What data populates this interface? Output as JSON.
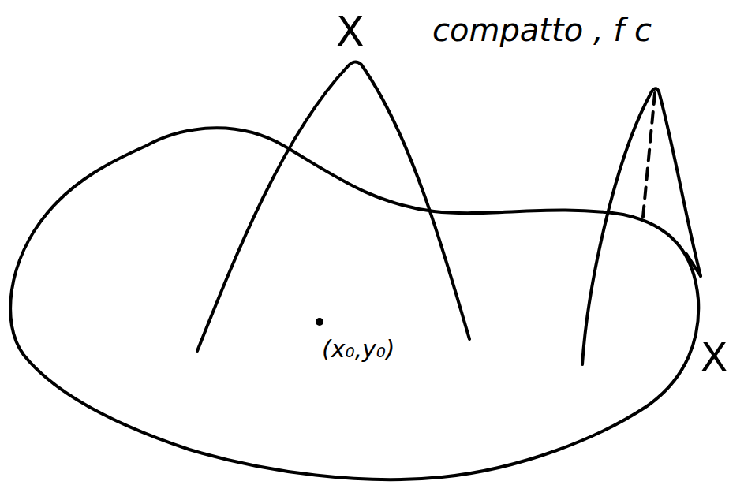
{
  "diagram": {
    "labels": [
      "X",
      "compatto , f c",
      "(x₀,y₀)",
      "X"
    ]
  }
}
